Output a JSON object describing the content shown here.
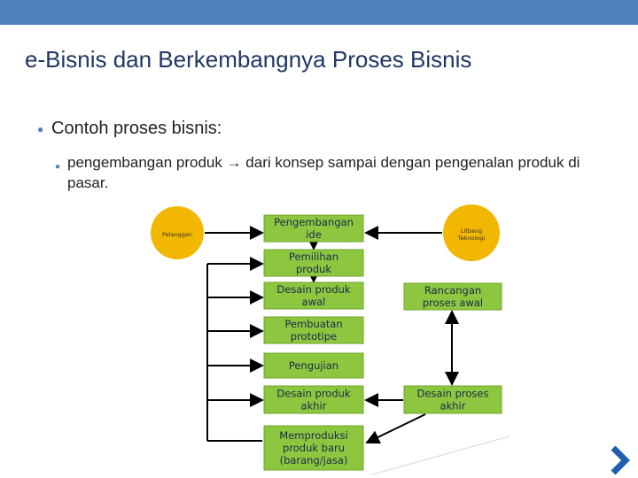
{
  "title": "e-Bisnis dan Berkembangnya Proses Bisnis",
  "bullets": {
    "level1": "Contoh proses bisnis:",
    "level2": "pengembangan produk → dari konsep sampai dengan pengenalan produk di pasar."
  },
  "diagram": {
    "circles": {
      "pelanggan": "Pelanggan",
      "litbang_line1": "Litbang",
      "litbang_line2": "Teknologi"
    },
    "left_steps": [
      [
        "Pengembangan",
        "ide"
      ],
      [
        "Pemilihan",
        "produk"
      ],
      [
        "Desain produk",
        "awal"
      ],
      [
        "Pembuatan",
        "prototipe"
      ],
      [
        "Pengujian"
      ],
      [
        "Desain produk",
        "akhir"
      ],
      [
        "Memproduksi",
        "produk baru",
        "(barang/jasa)"
      ]
    ],
    "right_steps": [
      [
        "Rancangan",
        "proses awal"
      ],
      [
        "Desain proses",
        "akhir"
      ]
    ],
    "box_color": "#8dc63f",
    "circle_color": "#f2b700"
  },
  "nav": {
    "next_icon": "chevron-right-icon",
    "color": "#1f5fae"
  }
}
